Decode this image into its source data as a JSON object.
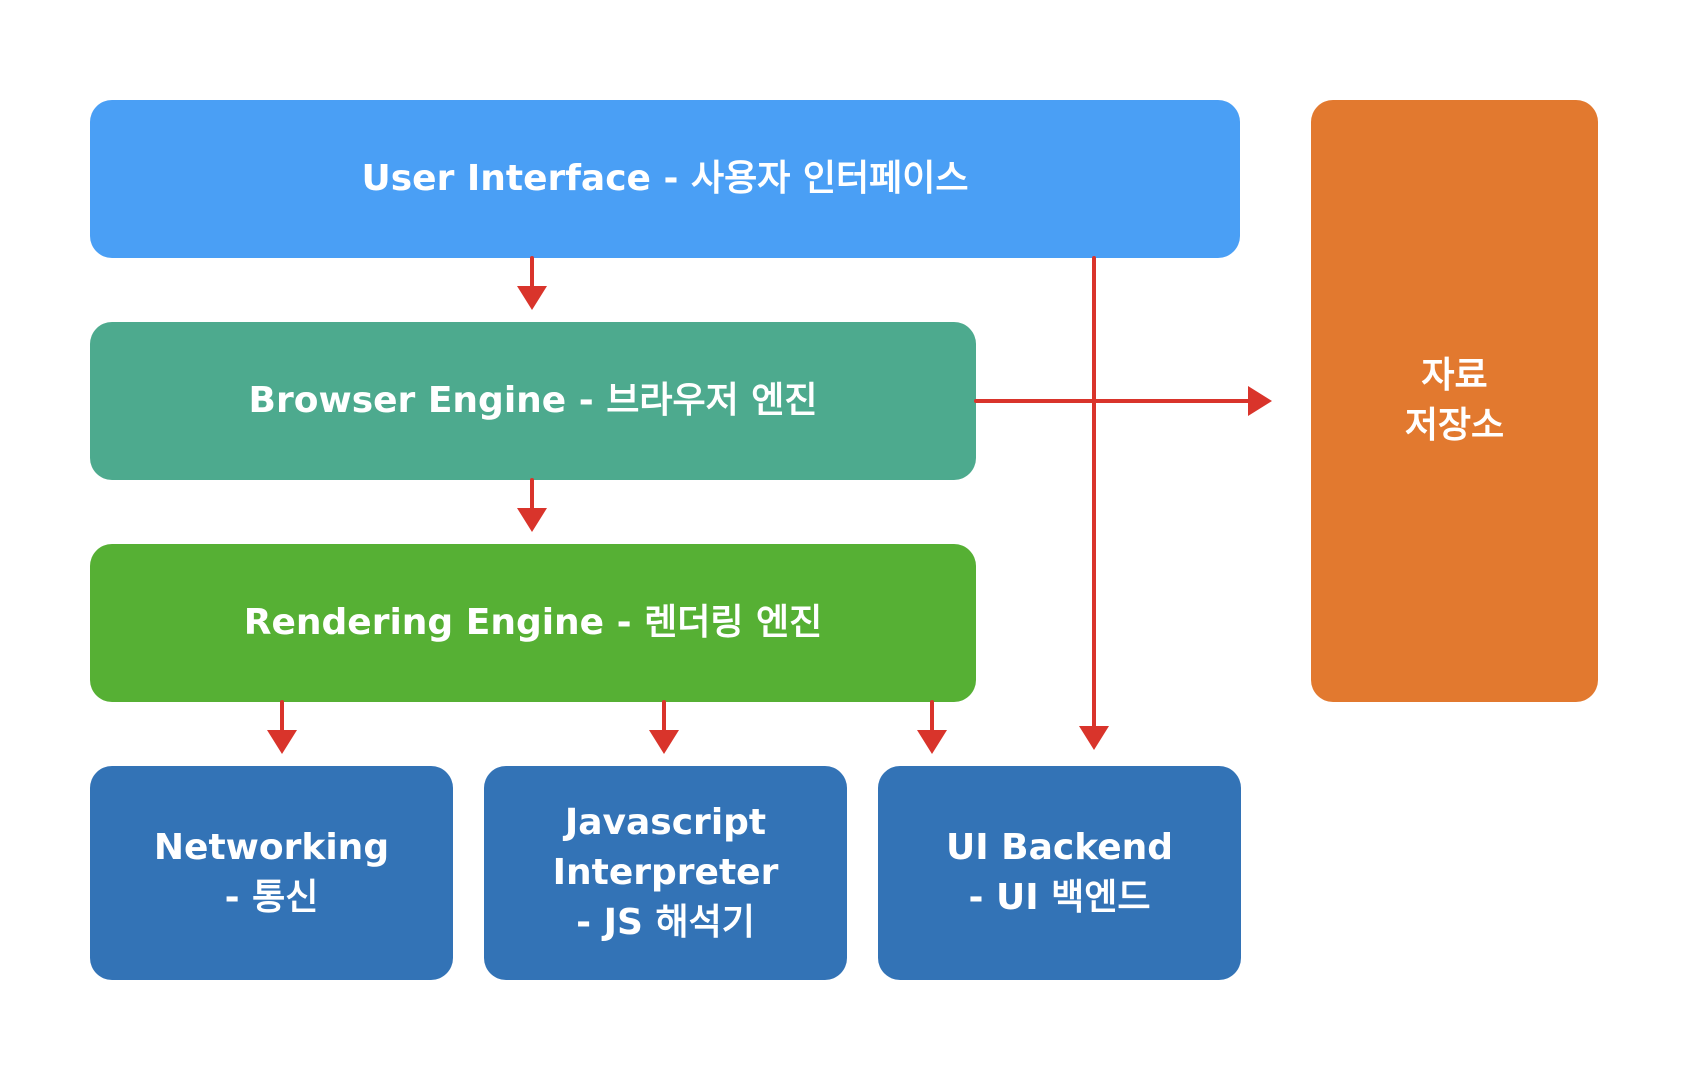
{
  "colors": {
    "user_interface": "#4a9ff5",
    "browser_engine": "#4daa8e",
    "rendering_engine": "#56b034",
    "components": "#3373b6",
    "storage": "#e2792f",
    "arrow": "#d9342b"
  },
  "boxes": {
    "user_interface": "User Interface - 사용자 인터페이스",
    "browser_engine": "Browser Engine - 브라우저 엔진",
    "rendering_engine": "Rendering Engine - 렌더링 엔진",
    "networking": "Networking\n- 통신",
    "js_interpreter": "Javascript\nInterpreter\n- JS 해석기",
    "ui_backend": "UI Backend\n- UI 백엔드",
    "storage": "자료\n저장소"
  }
}
